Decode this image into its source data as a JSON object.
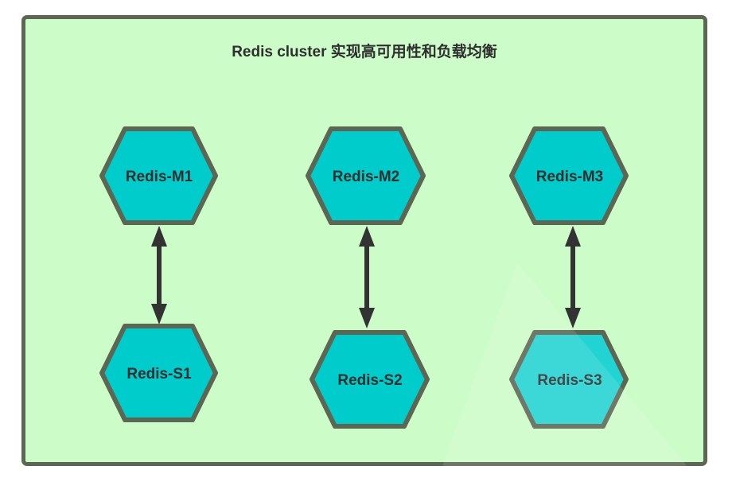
{
  "title": "Redis cluster 实现高可用性和负载均衡",
  "colors": {
    "panel_fill": "#ccfcc8",
    "panel_border": "#5c6652",
    "node_fill": "#00cccc",
    "node_fill_faded": "#22d3d3",
    "node_stroke": "#5c6652",
    "arrow": "#333333",
    "text": "#2e2e2e"
  },
  "masters": [
    {
      "label": "Redis-M1"
    },
    {
      "label": "Redis-M2"
    },
    {
      "label": "Redis-M3"
    }
  ],
  "slaves": [
    {
      "label": "Redis-S1"
    },
    {
      "label": "Redis-S2"
    },
    {
      "label": "Redis-S3"
    }
  ],
  "links": [
    {
      "from": "Redis-M1",
      "to": "Redis-S1",
      "type": "bidirectional"
    },
    {
      "from": "Redis-M2",
      "to": "Redis-S2",
      "type": "bidirectional"
    },
    {
      "from": "Redis-M3",
      "to": "Redis-S3",
      "type": "bidirectional"
    }
  ]
}
